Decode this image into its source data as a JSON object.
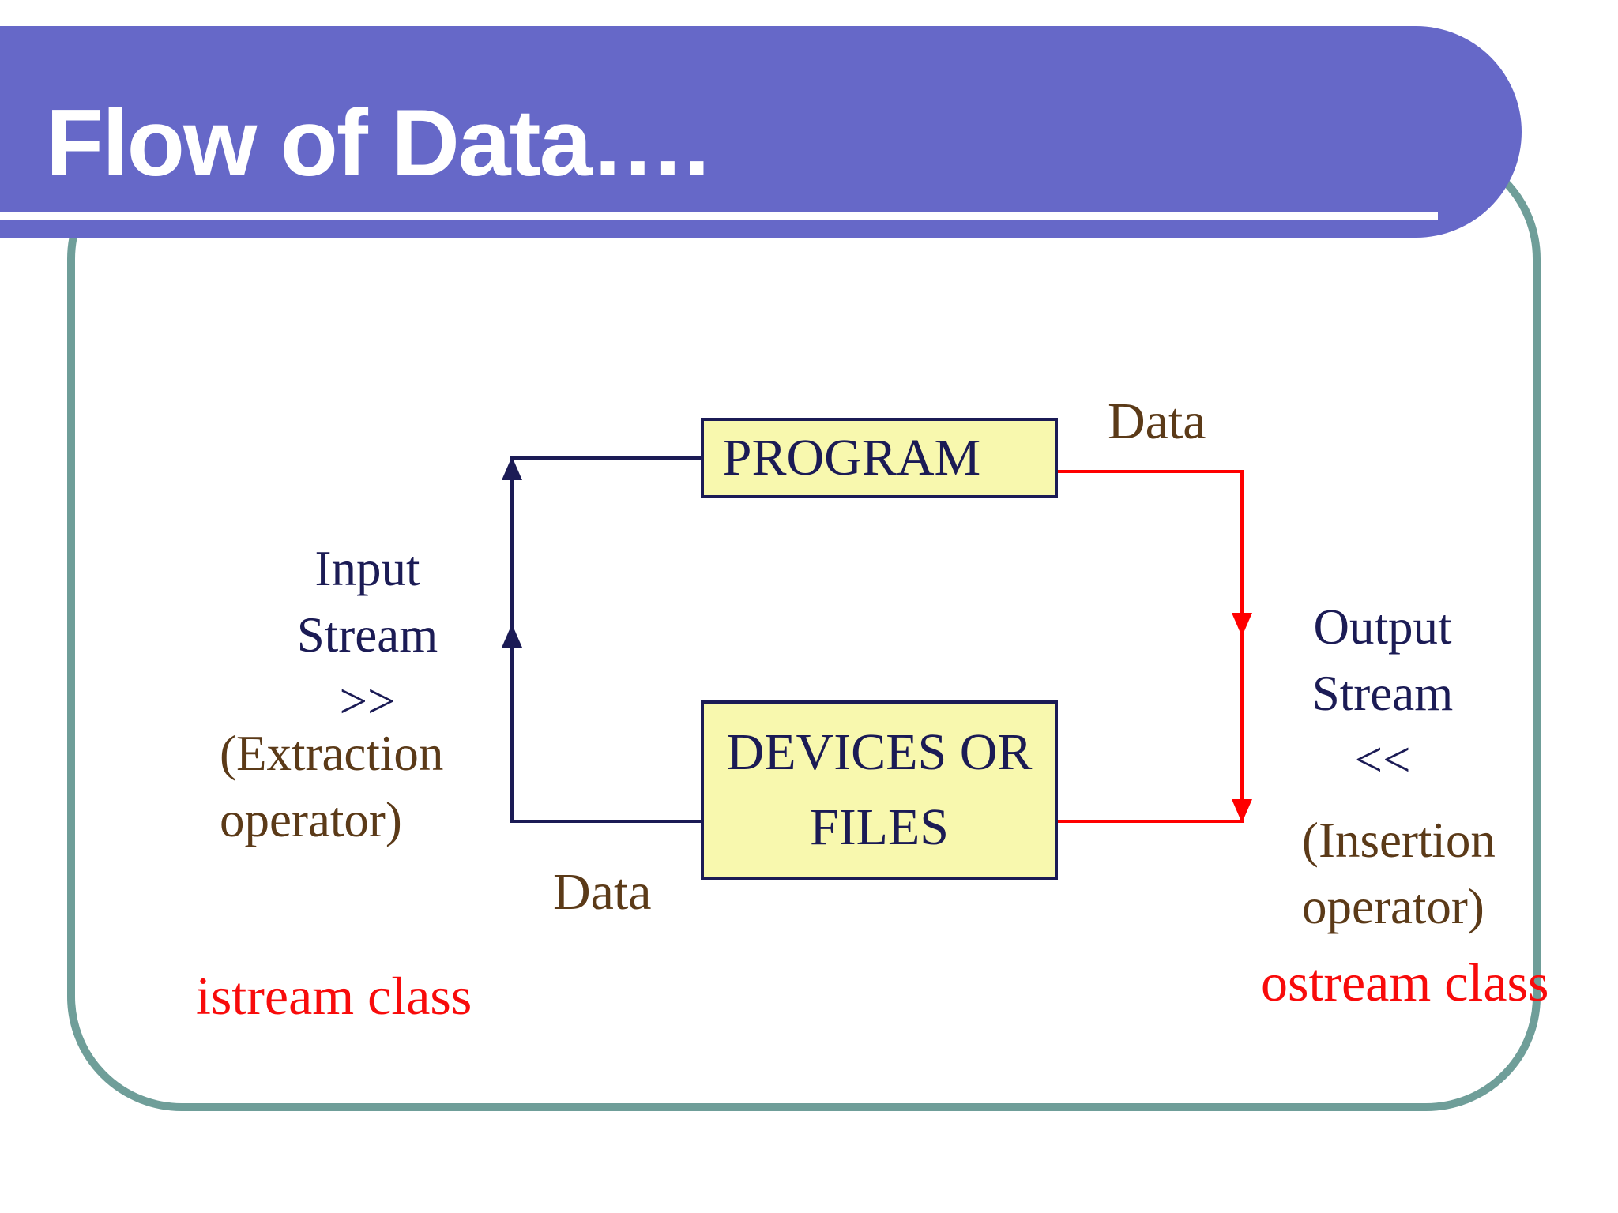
{
  "colors": {
    "banner-purple": "#6668C8",
    "teal": "#6F9E99",
    "box-yellow": "#F8F8AE",
    "navy": "#1B1B55",
    "brown": "#5B3A18",
    "red": "#FF0000",
    "red-text": "#F80B0B"
  },
  "title": {
    "text": "Flow of Data…."
  },
  "diagram": {
    "program_box": "PROGRAM",
    "devices_box": {
      "line1": "DEVICES OR",
      "line2": "FILES"
    },
    "data_label_top": "Data",
    "data_label_bottom": "Data",
    "input_stream": {
      "line1": "Input",
      "line2": "Stream",
      "operator": ">>"
    },
    "extraction": {
      "line1": "(Extraction",
      "line2": "operator)"
    },
    "output_stream": {
      "line1": "Output",
      "line2": "Stream",
      "operator": "<<"
    },
    "insertion": {
      "line1": "(Insertion",
      "line2": "operator)"
    },
    "istream_class": "istream class",
    "ostream_class": "ostream class"
  }
}
